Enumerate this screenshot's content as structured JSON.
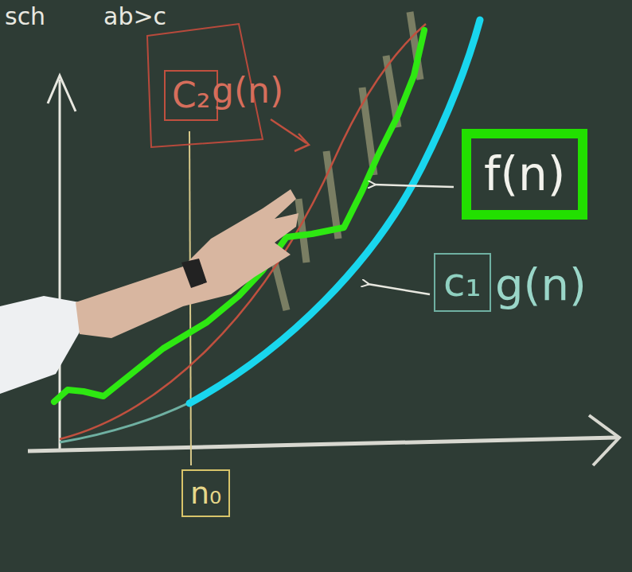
{
  "diagram": {
    "nodes": [
      {
        "text": [
          "C₂"
        ]
      },
      {
        "text": [
          "f(n)"
        ]
      },
      {
        "text": [
          "c₁"
        ]
      },
      {
        "text": [
          "n₀"
        ]
      }
    ],
    "labels": [
      "sch",
      "ab>c",
      "g(n)",
      "g(n)"
    ]
  }
}
